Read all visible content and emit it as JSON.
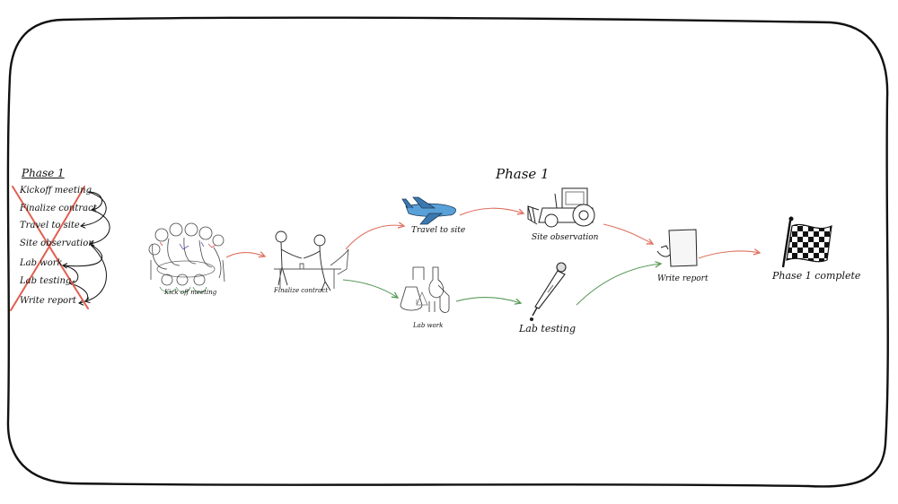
{
  "diagram": {
    "phase_title": "Phase 1",
    "list": {
      "title": "Phase 1",
      "items": [
        "Kickoff meeting",
        "Finalize contract",
        "Travel to site",
        "Site observation",
        "Lab work",
        "Lab testing",
        "Write report"
      ]
    },
    "nodes": {
      "kickoff": "Kick off meeting",
      "contract": "Finalize contract",
      "travel": "Travel to site",
      "site": "Site observation",
      "labwork": "Lab work",
      "labtest": "Lab testing",
      "report": "Write report",
      "complete": "Phase 1 complete"
    },
    "icons": {
      "kickoff": "meeting-group-icon",
      "contract": "handshake-icon",
      "travel": "airplane-icon",
      "site": "tractor-icon",
      "labwork": "lab-glassware-icon",
      "labtest": "pipette-icon",
      "report": "paper-sheet-icon",
      "complete": "checkered-flag-icon"
    },
    "colors": {
      "red_path": "#e07060",
      "green_path": "#5a9a5a",
      "cross": "#e06050",
      "plane": "#5aa0d8",
      "outline": "#111111"
    }
  }
}
